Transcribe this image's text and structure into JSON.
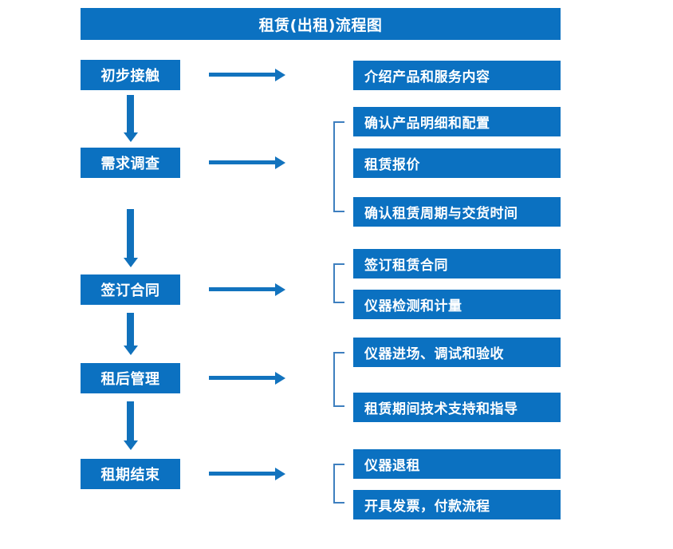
{
  "diagram": {
    "title": "租赁(出租)流程图",
    "accent_color": "#0B71C1",
    "arrow_color": "#1273BE",
    "bracket_color": "#3E7FBF",
    "text_color": "#FFFFFF",
    "background_color": "#FFFFFF",
    "stages": [
      {
        "id": "stage-1",
        "label": "初步接触",
        "tasks": [
          {
            "label": "介绍产品和服务内容"
          }
        ],
        "has_bracket": false
      },
      {
        "id": "stage-2",
        "label": "需求调查",
        "tasks": [
          {
            "label": "确认产品明细和配置"
          },
          {
            "label": "租赁报价"
          },
          {
            "label": "确认租赁周期与交货时间"
          }
        ],
        "has_bracket": true
      },
      {
        "id": "stage-3",
        "label": "签订合同",
        "tasks": [
          {
            "label": "签订租赁合同"
          },
          {
            "label": "仪器检测和计量"
          }
        ],
        "has_bracket": true
      },
      {
        "id": "stage-4",
        "label": "租后管理",
        "tasks": [
          {
            "label": "仪器进场、调试和验收"
          },
          {
            "label": "租赁期间技术支持和指导"
          }
        ],
        "has_bracket": true
      },
      {
        "id": "stage-5",
        "label": "租期结束",
        "tasks": [
          {
            "label": "仪器退租"
          },
          {
            "label": "开具发票，付款流程"
          }
        ],
        "has_bracket": true
      }
    ],
    "connectors": {
      "vertical_arrow_icon": "arrow-down-icon",
      "horizontal_arrow_icon": "arrow-right-icon",
      "bracket_icon": "group-bracket-icon"
    }
  }
}
